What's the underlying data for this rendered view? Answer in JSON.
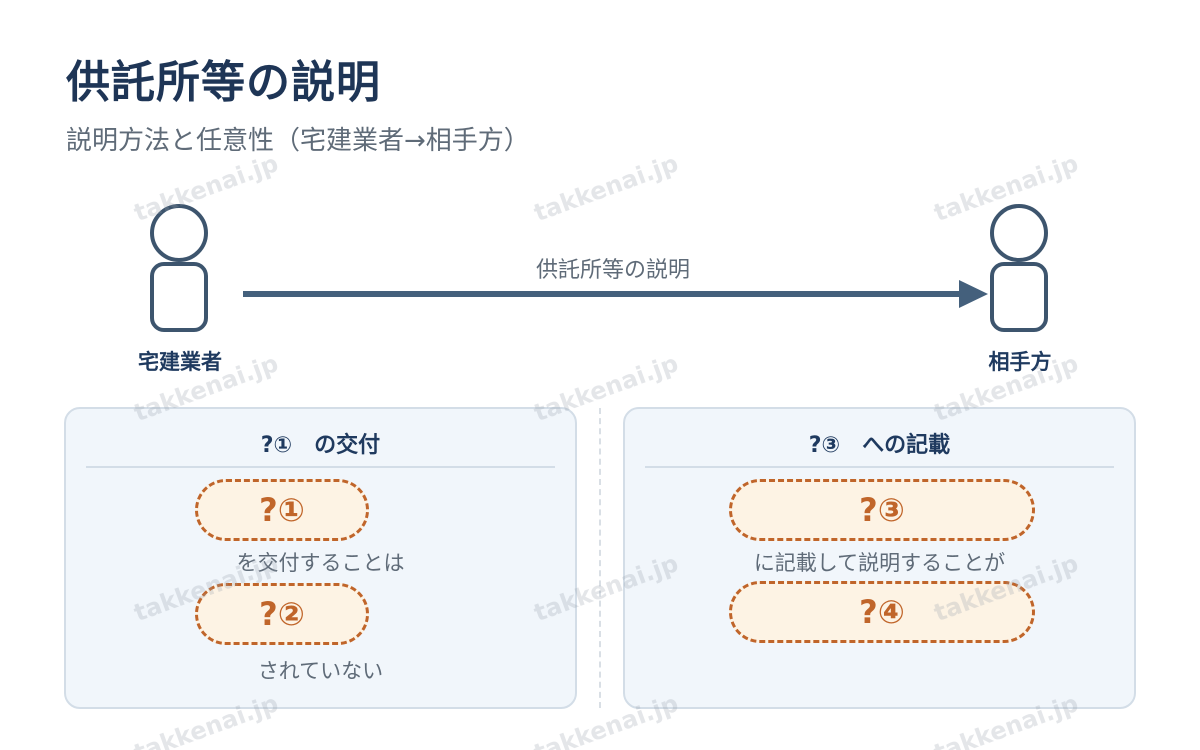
{
  "title": "供託所等の説明",
  "subtitle": "説明方法と任意性（宅建業者→相手方）",
  "diagram": {
    "left_party": "宅建業者",
    "right_party": "相手方",
    "arrow_label": "供託所等の説明"
  },
  "panels": [
    {
      "heading": "?①　の交付",
      "blank_1": "?①",
      "text_1": "を交付することは",
      "blank_2": "?②",
      "text_2": "されていない"
    },
    {
      "heading": "?③　への記載",
      "blank_1": "?③",
      "text_1": "に記載して説明することが",
      "blank_2": "?④"
    }
  ],
  "watermark": "takkenai.jp",
  "colors": {
    "title": "#1e3556",
    "accent_orange": "#c0652a",
    "pill_fill": "#fdf3e4",
    "panel_fill": "#f1f6fb",
    "arrow": "#44607c"
  }
}
